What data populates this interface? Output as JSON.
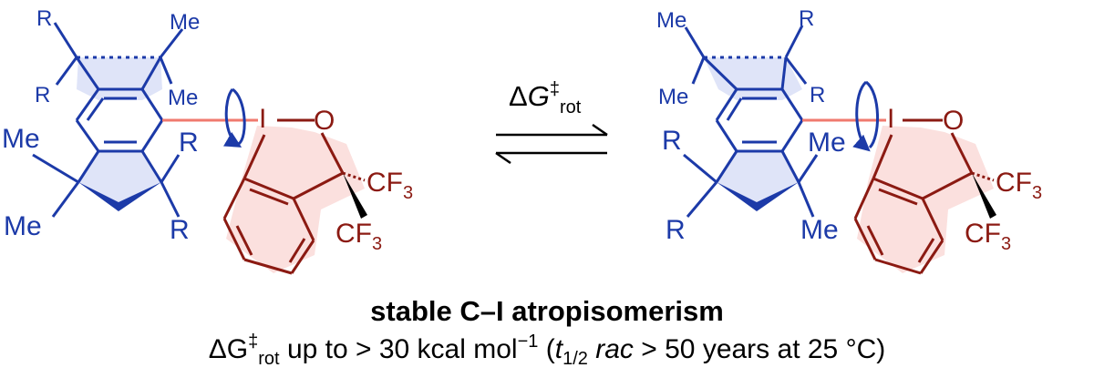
{
  "colors": {
    "blue": "#1c3aa8",
    "red": "#8b1a12",
    "blue_fill": "#dfe4f8",
    "red_fill": "#fbe0de",
    "bond_highlight": "#f07a6e"
  },
  "left_molecule": {
    "r_top": "R",
    "me_top": "Me",
    "r_mid": "R",
    "me_mid": "Me",
    "me_left": "Me",
    "r_right": "R",
    "me_bottom": "Me",
    "r_bottom": "R",
    "iodine": "I",
    "oxygen": "O",
    "cf3_a": "CF",
    "cf3_b": "CF",
    "sub3": "3"
  },
  "right_molecule": {
    "me_top": "Me",
    "r_top": "R",
    "me_mid": "Me",
    "r_mid": "R",
    "r_left": "R",
    "me_right": "Me",
    "r_bottom": "R",
    "me_bottom": "Me",
    "iodine": "I",
    "oxygen": "O",
    "cf3_a": "CF",
    "cf3_b": "CF",
    "sub3": "3"
  },
  "equilibrium": {
    "delta": "Δ",
    "g": "G",
    "dagger": "‡",
    "sub": "rot"
  },
  "caption": {
    "title": "stable C–I atropisomerism",
    "delta_g": "ΔG",
    "dagger": "‡",
    "rot": "rot",
    "text1": " up to > 30 kcal mol",
    "exp": "−1",
    "paren_open": " (",
    "t": "t",
    "half": "1/2",
    "space": " ",
    "rac": "rac",
    "text2": " > 50 years at 25 °C)"
  }
}
